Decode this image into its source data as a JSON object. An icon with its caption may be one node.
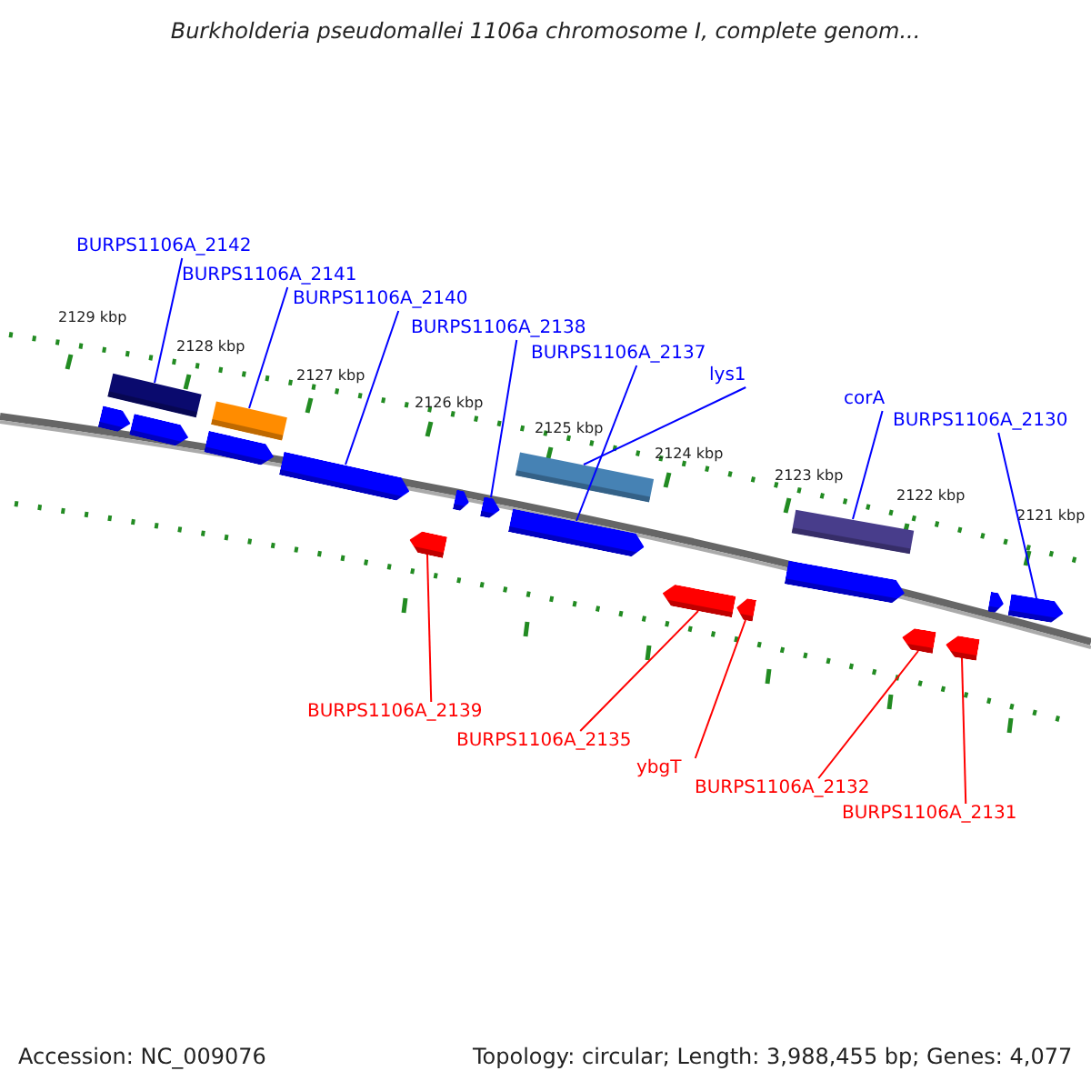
{
  "diagram": {
    "title": "Burkholderia pseudomallei 1106a chromosome I, complete genom...",
    "nodes": [
      {
        "text": [
          "BURPS1106A_2142"
        ]
      },
      {
        "text": [
          "BURPS1106A_2141"
        ]
      },
      {
        "text": [
          "BURPS1106A_2140"
        ]
      },
      {
        "text": [
          "BURPS1106A_2138"
        ]
      },
      {
        "text": [
          "BURPS1106A_2137"
        ]
      },
      {
        "text": [
          "lys1"
        ]
      },
      {
        "text": [
          "corA"
        ]
      },
      {
        "text": [
          "BURPS1106A_2130"
        ]
      },
      {
        "text": [
          "BURPS1106A_2139"
        ]
      },
      {
        "text": [
          "BURPS1106A_2135"
        ]
      },
      {
        "text": [
          "ybgT"
        ]
      },
      {
        "text": [
          "BURPS1106A_2132"
        ]
      },
      {
        "text": [
          "BURPS1106A_2131"
        ]
      },
      {
        "text": [],
        "shape": "arrow"
      },
      {
        "text": [],
        "shape": "bar"
      },
      {
        "text": [],
        "shape": "arrow"
      },
      {
        "text": [],
        "shape": "arrow"
      },
      {
        "text": [],
        "shape": "bar"
      },
      {
        "text": [],
        "shape": "arrow"
      },
      {
        "text": [],
        "shape": "arrow"
      },
      {
        "text": [],
        "shape": "arrow"
      },
      {
        "text": [],
        "shape": "arrow"
      },
      {
        "text": [],
        "shape": "arrow"
      },
      {
        "text": [],
        "shape": "bar"
      },
      {
        "text": [],
        "shape": "arrow"
      },
      {
        "text": [],
        "shape": "arrow"
      },
      {
        "text": [],
        "shape": "arrow"
      },
      {
        "text": [],
        "shape": "bar"
      },
      {
        "text": [],
        "shape": "arrow"
      },
      {
        "text": [],
        "shape": "arrow"
      },
      {
        "text": [],
        "shape": "arrow"
      },
      {
        "text": [],
        "shape": "arrow"
      }
    ],
    "edges": [
      {
        "from": 0,
        "to": 14,
        "arrow": "none"
      },
      {
        "from": 1,
        "to": 17,
        "arrow": "none"
      },
      {
        "from": 2,
        "to": 18,
        "arrow": "none"
      },
      {
        "from": 3,
        "to": 21,
        "arrow": "none"
      },
      {
        "from": 4,
        "to": 22,
        "arrow": "none"
      },
      {
        "from": 5,
        "to": 23,
        "arrow": "none"
      },
      {
        "from": 6,
        "to": 27,
        "arrow": "none"
      },
      {
        "from": 7,
        "to": 31,
        "arrow": "none"
      },
      {
        "from": 8,
        "to": 19,
        "arrow": "none",
        "color": "#ff0000"
      },
      {
        "from": 9,
        "to": 24,
        "arrow": "none",
        "color": "#ff0000"
      },
      {
        "from": 10,
        "to": 25,
        "arrow": "none",
        "color": "#ff0000"
      },
      {
        "from": 11,
        "to": 28,
        "arrow": "none",
        "color": "#ff0000"
      },
      {
        "from": 12,
        "to": 29,
        "arrow": "none",
        "color": "#ff0000"
      }
    ],
    "labels": [
      "2129 kbp",
      "2128 kbp",
      "2127 kbp",
      "2126 kbp",
      "2125 kbp",
      "2124 kbp",
      "2123 kbp",
      "2122 kbp",
      "2121 kbp",
      "Accession: NC_009076",
      "Topology: circular; Length: 3,988,455 bp; Genes: 4,077"
    ]
  }
}
